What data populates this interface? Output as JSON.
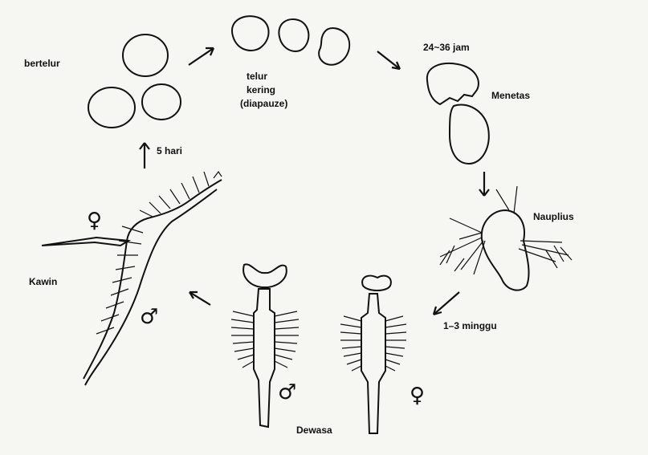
{
  "labels": {
    "bertelur": "bertelur",
    "telur_kering": "telur",
    "telur_kering_2": "kering",
    "diapause": "(diapauze)",
    "hatch_time": "24~36 jam",
    "menetas": "Menetas",
    "nauplius": "Nauplius",
    "growth_time": "1–3 minggu",
    "dewasa": "Dewasa",
    "kawin": "Kawin",
    "lay_time": "5 hari"
  },
  "symbols": {
    "female": "♀",
    "male": "♂"
  },
  "colors": {
    "ink": "#111111",
    "paper": "#f6f6f3",
    "bleed_text": "#d9d9d6"
  }
}
